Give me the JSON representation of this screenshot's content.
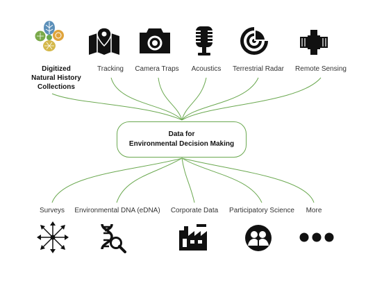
{
  "center": {
    "line1": "Data for",
    "line2": "Environmental Decision Making"
  },
  "top_sources": [
    {
      "label": "Digitized\nNatural History\nCollections",
      "icon": "leaf-cluster-icon"
    },
    {
      "label": "Tracking",
      "icon": "map-pin-icon"
    },
    {
      "label": "Camera Traps",
      "icon": "camera-icon"
    },
    {
      "label": "Acoustics",
      "icon": "microphone-icon"
    },
    {
      "label": "Terrestrial Radar",
      "icon": "radar-icon"
    },
    {
      "label": "Remote Sensing",
      "icon": "satellite-icon"
    }
  ],
  "bottom_sources": [
    {
      "label": "Surveys",
      "icon": "compass-arrows-icon"
    },
    {
      "label": "Environmental DNA (eDNA)",
      "icon": "dna-search-icon"
    },
    {
      "label": "Corporate Data",
      "icon": "factory-icon"
    },
    {
      "label": "Participatory Science",
      "icon": "people-circle-icon"
    },
    {
      "label": "More",
      "icon": "ellipsis-icon"
    }
  ],
  "colors": {
    "connector": "#6aa84f",
    "icon": "#111111"
  }
}
